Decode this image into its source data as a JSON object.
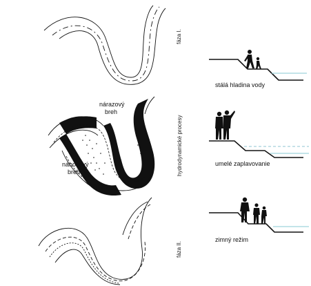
{
  "phase_labels": {
    "phase1": "fáza I.",
    "process": "hydrodynamické procesy",
    "phase2": "fáza II."
  },
  "bank_labels": {
    "erosion_line1": "nárazový",
    "erosion_line2": "breh",
    "deposition_line1": "nánosový",
    "deposition_line2": "breh"
  },
  "captions": {
    "row1": "stálá hladina vody",
    "row2": "umelé zaplavovanie",
    "row3": "zimný režim"
  },
  "colors": {
    "ink": "#111111",
    "water": "#9fd3dc",
    "water_dashed": "#8cc6d0"
  }
}
